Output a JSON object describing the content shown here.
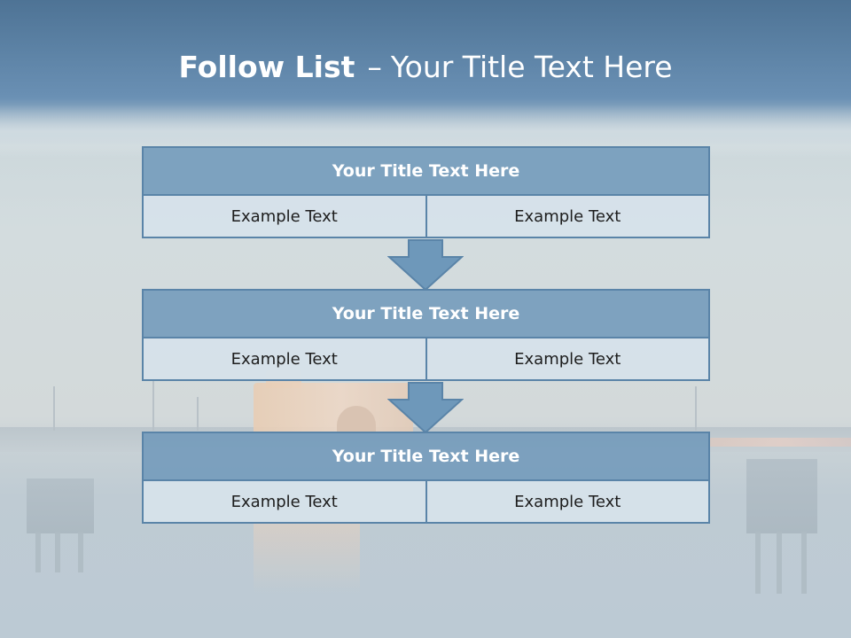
{
  "slide": {
    "title_bold": "Follow List",
    "title_separator": "–",
    "title_rest": "Your Title Text Here"
  },
  "steps": [
    {
      "title": "Your Title Text Here",
      "left_text": "Example Text",
      "right_text": "Example Text"
    },
    {
      "title": "Your Title Text Here",
      "left_text": "Example Text",
      "right_text": "Example Text"
    },
    {
      "title": "Your Title Text Here",
      "left_text": "Example Text",
      "right_text": "Example Text"
    }
  ],
  "colors": {
    "header_fill": "#7aa0bf",
    "border": "#5a84a8",
    "cell_fill": "#d6e2ea",
    "arrow_fill": "#6e98ba"
  },
  "icons": [
    "down-arrow-icon"
  ]
}
